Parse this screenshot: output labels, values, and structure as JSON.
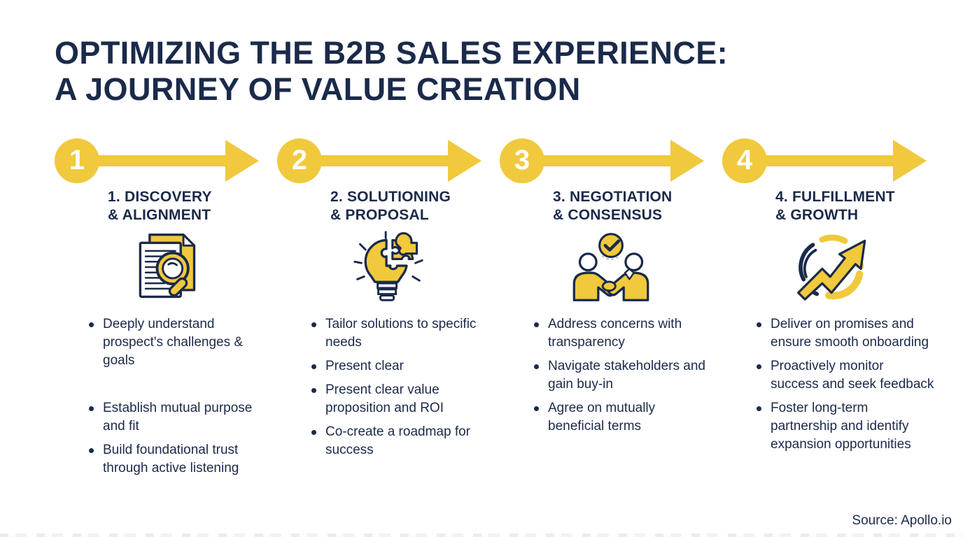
{
  "title": {
    "line1": "OPTIMIZING THE B2B SALES EXPERIENCE:",
    "line2": "A JOURNEY OF VALUE CREATION"
  },
  "colors": {
    "accent_yellow": "#F0C93C",
    "navy": "#1B2A4A",
    "background": "#FFFFFF",
    "number_text": "#FFFFFF"
  },
  "source": "Source: Apollo.io",
  "stages": [
    {
      "number": "1",
      "title": "1. DISCOVERY\n& ALIGNMENT",
      "icon": "document-magnifier-icon",
      "bullets": [
        {
          "text": "Deeply understand prospect's challenges & goals",
          "gap_after": true
        },
        {
          "text": "Establish mutual purpose and fit"
        },
        {
          "text": "Build foundational trust through active listening"
        }
      ]
    },
    {
      "number": "2",
      "title": "2. SOLUTIONING\n& PROPOSAL",
      "icon": "puzzle-lightbulb-icon",
      "bullets": [
        {
          "text": "Tailor solutions to specific needs"
        },
        {
          "text": "Present clear"
        },
        {
          "text": "Present clear value proposition and ROI"
        },
        {
          "text": "Co-create a roadmap for success"
        }
      ]
    },
    {
      "number": "3",
      "title": "3. NEGOTIATION\n& CONSENSUS",
      "icon": "handshake-check-icon",
      "bullets": [
        {
          "text": "Address concerns with transparency"
        },
        {
          "text": "Navigate stakeholders and gain buy-in"
        },
        {
          "text": "Agree on mutually beneficial terms"
        }
      ]
    },
    {
      "number": "4",
      "title": "4. FULFILLMENT\n& GROWTH",
      "icon": "growth-arrow-icon",
      "bullets": [
        {
          "text": "Deliver on promises and ensure smooth onboarding"
        },
        {
          "text": "Proactively monitor success and seek feedback"
        },
        {
          "text": "Foster long-term partnership and identify expansion opportunities"
        }
      ]
    }
  ]
}
